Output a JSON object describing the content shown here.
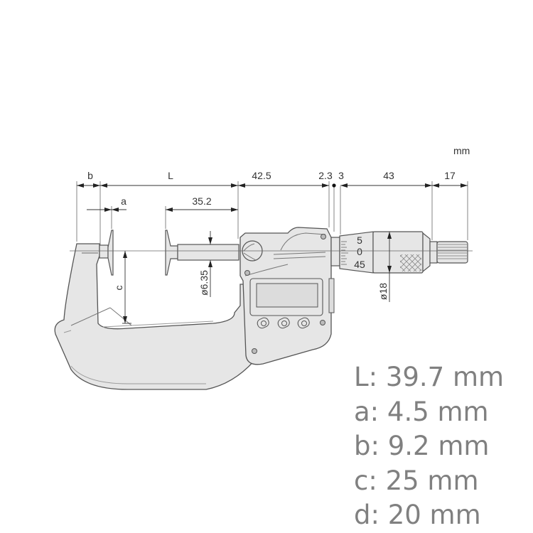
{
  "diagram": {
    "subject": "Disk micrometer (digital) dimension drawing",
    "unit_label": "mm",
    "dimensions_top": [
      {
        "id": "b",
        "label": "b"
      },
      {
        "id": "L",
        "label": "L"
      },
      {
        "id": "head",
        "label": "42.5"
      },
      {
        "id": "gap1",
        "label": "2.3"
      },
      {
        "id": "gap2",
        "label": "3"
      },
      {
        "id": "thimble",
        "label": "43"
      },
      {
        "id": "ratchet",
        "label": "17"
      }
    ],
    "dimensions_second_row": [
      {
        "id": "a",
        "label": "a"
      },
      {
        "id": "spindle",
        "label": "35.2"
      }
    ],
    "dimensions_vertical": [
      {
        "id": "c",
        "label": "c"
      },
      {
        "id": "spindle_dia",
        "label": "ø6.35"
      },
      {
        "id": "thimble_dia",
        "label": "ø18"
      }
    ],
    "thimble_scale": [
      "5",
      "0",
      "45"
    ],
    "buttons_count": 3
  },
  "specs": [
    {
      "label": "L",
      "value": "39.7 mm",
      "text": "L: 39.7 mm"
    },
    {
      "label": "a",
      "value": "4.5 mm",
      "text": "a: 4.5 mm"
    },
    {
      "label": "b",
      "value": "9.2 mm",
      "text": "b: 9.2 mm"
    },
    {
      "label": "c",
      "value": "25 mm",
      "text": "c: 25 mm"
    },
    {
      "label": "d",
      "value": "20 mm",
      "text": "d: 20 mm"
    }
  ],
  "colors": {
    "body_fill": "#e6e6e6",
    "outline": "#555555",
    "dim_line": "#444444",
    "spec_text": "#808080"
  }
}
